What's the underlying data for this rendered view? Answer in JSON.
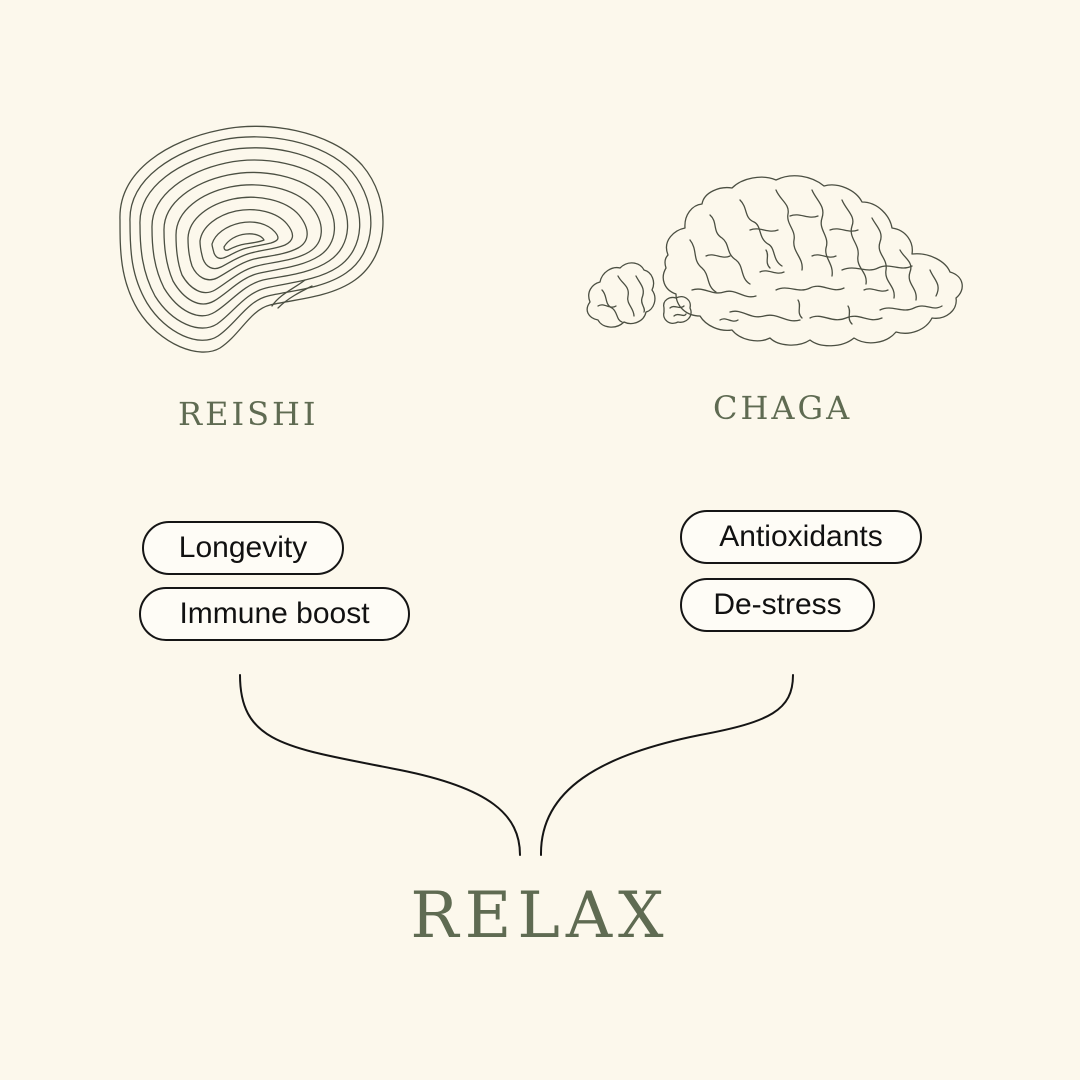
{
  "diagram": {
    "background_color": "#fcf8ec",
    "text_accent_color": "#5f6b52",
    "line_color": "#4b4f42",
    "mushrooms": [
      {
        "name": "REISHI",
        "icon": "reishi-mushroom-icon",
        "benefits": [
          "Longevity",
          "Immune boost"
        ]
      },
      {
        "name": "CHAGA",
        "icon": "chaga-mushroom-icon",
        "benefits": [
          "Antioxidants",
          "De-stress"
        ]
      }
    ],
    "result": "RELAX"
  }
}
